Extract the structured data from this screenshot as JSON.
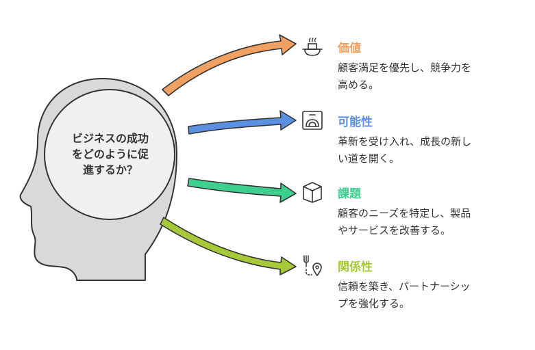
{
  "center": {
    "lines": [
      "ビジネスの成功",
      "をどのように促",
      "進するか？"
    ]
  },
  "colors": {
    "outline": "#333333",
    "head_fill": "#d9d9d9",
    "circle_fill": "#f0f0f0"
  },
  "items": [
    {
      "title": "価値",
      "color": "#f0a060",
      "icon": "food-icon",
      "desc": [
        "顧客満足を優先し、競争力を",
        "高める。"
      ]
    },
    {
      "title": "可能性",
      "color": "#5b8fe0",
      "icon": "oven-icon",
      "desc": [
        "革新を受け入れ、成長の新し",
        "い道を開く。"
      ]
    },
    {
      "title": "課題",
      "color": "#3ecf8e",
      "icon": "box-icon",
      "desc": [
        "顧客のニーズを特定し、製品",
        "やサービスを改善する。"
      ]
    },
    {
      "title": "関係性",
      "color": "#a6c93a",
      "icon": "route-icon",
      "desc": [
        "信頼を築き、パートナーシッ",
        "プを強化する。"
      ]
    }
  ]
}
